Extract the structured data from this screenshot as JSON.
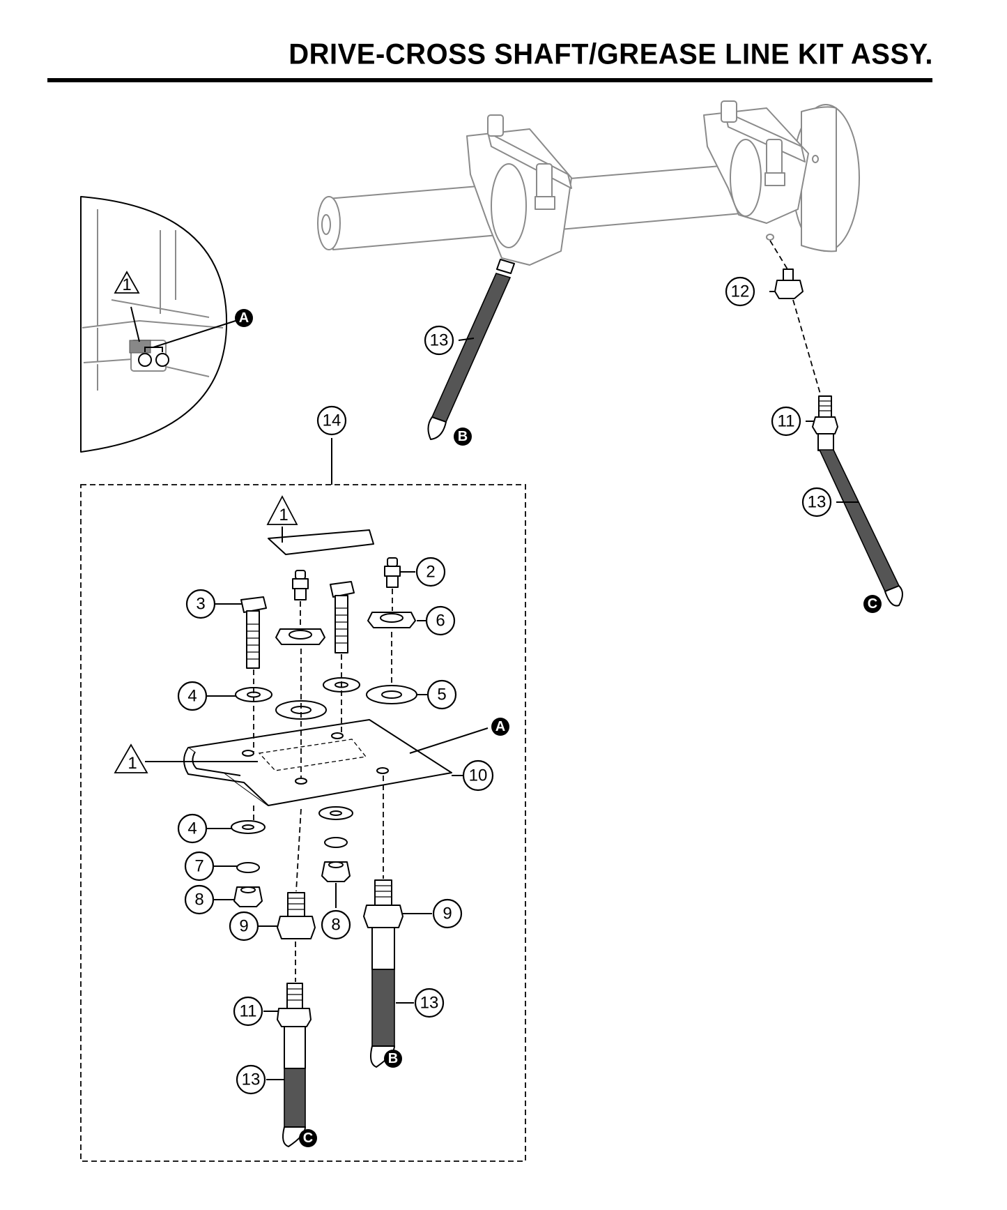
{
  "title": "DRIVE-CROSS SHAFT/GREASE LINE KIT ASSY.",
  "callouts": {
    "c2": "2",
    "c3": "3",
    "c4a": "4",
    "c4b": "4",
    "c5": "5",
    "c6": "6",
    "c7": "7",
    "c8a": "8",
    "c8b": "8",
    "c9a": "9",
    "c9b": "9",
    "c10": "10",
    "c11a": "11",
    "c11b": "11",
    "c12": "12",
    "c13a": "13",
    "c13b": "13",
    "c13c": "13",
    "c13d": "13",
    "c14": "14"
  },
  "letters": {
    "inset_a": "A",
    "plate_a": "A",
    "top_b": "B",
    "kit_b": "B",
    "top_c": "C",
    "kit_c": "C"
  },
  "notes": {
    "inset": "1",
    "decal": "1",
    "plate": "1"
  },
  "colors": {
    "ink": "#000000",
    "ghost": "#8a8a8a",
    "hose": "#555555"
  }
}
